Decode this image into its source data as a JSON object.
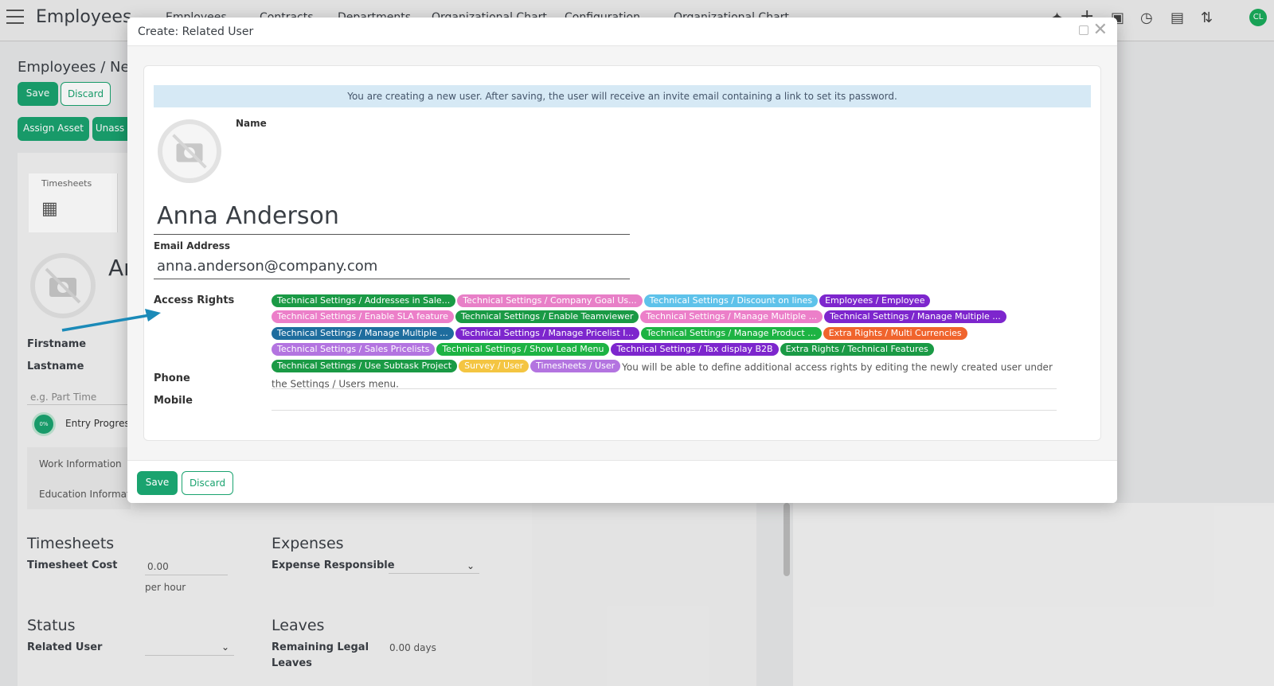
{
  "app": {
    "title": "Employees",
    "menu": [
      "Employees",
      "Contracts",
      "Departments",
      "Organizational Chart",
      "Configuration",
      "Organizational Chart"
    ],
    "user_initials": "CL"
  },
  "background": {
    "breadcrumb": "Employees /  New",
    "save": "Save",
    "discard": "Discard",
    "assign_asset": "Assign Asset",
    "unassign": "Unass",
    "timesheets_stat": "Timesheets",
    "name_partial": "Ar",
    "firstname": "Firstname",
    "lastname": "Lastname",
    "job_placeholder": "e.g. Part Time",
    "entry_progress": "Entry Progress",
    "entry_pct": "0%",
    "tab_work": "Work Information",
    "tab_education": "Education Informatio",
    "timesheets_title": "Timesheets",
    "timesheet_cost_label": "Timesheet Cost",
    "timesheet_cost_value": "0.00",
    "per_hour": "per hour",
    "expenses_title": "Expenses",
    "expense_responsible": "Expense Responsible",
    "status_title": "Status",
    "related_user": "Related User",
    "leaves_title": "Leaves",
    "remaining_leaves": "Remaining Legal",
    "leaves_word": "Leaves",
    "remaining_value": "0.00 days"
  },
  "modal": {
    "title": "Create: Related User",
    "alert": "You are creating a new user. After saving, the user will receive an invite email containing a link to set its password.",
    "name_label": "Name",
    "name_value": "Anna Anderson",
    "email_label": "Email Address",
    "email_value": "anna.anderson@company.com",
    "access_label": "Access Rights",
    "access_note": "You will be able to define additional access rights by editing the newly created user under the Settings / Users menu.",
    "phone_label": "Phone",
    "mobile_label": "Mobile",
    "save": "Save",
    "discard": "Discard",
    "tags": [
      {
        "label": "Technical Settings / Addresses in Sale...",
        "color": "#1a9a45"
      },
      {
        "label": "Technical Settings / Company Goal Us...",
        "color": "#e87fc7"
      },
      {
        "label": "Technical Settings / Discount on lines",
        "color": "#5ec2ea"
      },
      {
        "label": "Employees / Employee",
        "color": "#7d26cd"
      },
      {
        "label": "Technical Settings / Enable SLA feature",
        "color": "#ec7fc9"
      },
      {
        "label": "Technical Settings / Enable Teamviewer",
        "color": "#1a9a45"
      },
      {
        "label": "Technical Settings / Manage Multiple ...",
        "color": "#ec7fc9"
      },
      {
        "label": "Technical Settings / Manage Multiple ...",
        "color": "#7d26cd"
      },
      {
        "label": "Technical Settings / Manage Multiple ...",
        "color": "#1e6d9e"
      },
      {
        "label": "Technical Settings / Manage Pricelist I...",
        "color": "#7d26cd"
      },
      {
        "label": "Technical Settings / Manage Product ...",
        "color": "#1db343"
      },
      {
        "label": "Extra Rights / Multi Currencies",
        "color": "#f0642d"
      },
      {
        "label": "Technical Settings / Sales Pricelists",
        "color": "#b374e0"
      },
      {
        "label": "Technical Settings / Show Lead Menu",
        "color": "#1db343"
      },
      {
        "label": "Technical Settings / Tax display B2B",
        "color": "#7d26cd"
      },
      {
        "label": "Extra Rights / Technical Features",
        "color": "#1a9a45"
      },
      {
        "label": "Technical Settings / Use Subtask Project",
        "color": "#1a9a45"
      },
      {
        "label": "Survey / User",
        "color": "#f4c542"
      },
      {
        "label": "Timesheets / User",
        "color": "#b374e0"
      }
    ]
  },
  "colors": {
    "primary": "#1aa36f",
    "alert_bg": "#d6e9f5",
    "arrow": "#1b8ab8"
  }
}
